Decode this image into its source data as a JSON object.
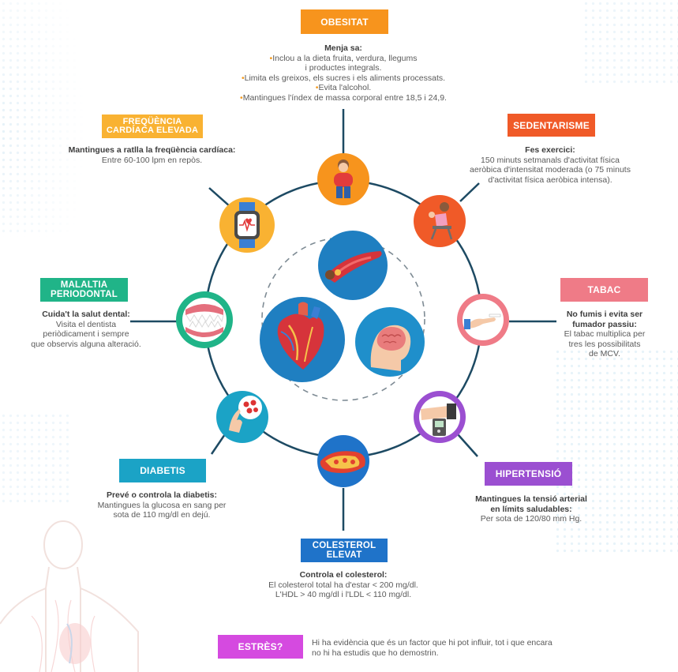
{
  "colors": {
    "ring": "#1d4a63",
    "obesitat": "#f7941d",
    "sedentarisme": "#f05a28",
    "frequencia": "#f9b232",
    "tabac": "#ef7b87",
    "periodontal": "#20b488",
    "hipertensio": "#9b4fd1",
    "diabetis": "#1ba3c6",
    "colesterol": "#1f73c9",
    "estres": "#d54ae0",
    "heart_circle": "#1f7fc1",
    "brain_circle": "#1f8fcb"
  },
  "factors": {
    "obesitat": {
      "label": "OBESITAT",
      "heading": "Menja sa:",
      "lines": [
        "Inclou a la dieta fruita, verdura, llegums",
        "i productes integrals.",
        "Limita els greixos, els sucres i els aliments processats.",
        "Evita l'alcohol.",
        "Mantingues l'índex de massa corporal entre 18,5 i 24,9."
      ],
      "icon": "person-icon"
    },
    "frequencia": {
      "label_1": "FREQÜÈNCIA",
      "label_2": "CARDÍACA ELEVADA",
      "heading": "Mantingues a ratlla la freqüència cardíaca:",
      "text": "Entre 60-100 lpm en repòs.",
      "icon": "smartwatch-icon"
    },
    "sedentarisme": {
      "label": "SEDENTARISME",
      "heading": "Fes exercici:",
      "lines": [
        "150 minuts setmanals d'activitat física",
        "aeròbica d'intensitat moderada (o 75 minuts",
        "d'activitat física aeròbica intensa)."
      ],
      "icon": "exercise-bike-icon"
    },
    "periodontal": {
      "label_1": "MALALTIA",
      "label_2": "PERIODONTAL",
      "heading": "Cuida't la salut dental:",
      "lines": [
        "Visita el dentista",
        "periòdicament i sempre",
        "que observis alguna alteració."
      ],
      "icon": "teeth-icon"
    },
    "tabac": {
      "label": "TABAC",
      "heading_1": "No fumis i evita ser",
      "heading_2": "fumador passiu:",
      "lines": [
        "El tabac multiplica per",
        "tres les possibilitats",
        "de MCV."
      ],
      "icon": "cigarette-hand-icon"
    },
    "diabetis": {
      "label": "DIABETIS",
      "heading": "Prevé o controla la diabetis:",
      "lines": [
        "Mantingues la glucosa en sang per",
        "sota de 110 mg/dl en dejú."
      ],
      "icon": "glucose-finger-icon"
    },
    "hipertensio": {
      "label": "HIPERTENSIÓ",
      "heading_1": "Mantingues la tensió arterial",
      "heading_2": "en límits saludables:",
      "text": "Per sota de 120/80 mm Hg.",
      "icon": "blood-pressure-icon"
    },
    "colesterol": {
      "label_1": "COLESTEROL",
      "label_2": "ELEVAT",
      "heading": "Controla el colesterol:",
      "lines": [
        "El colesterol total ha d'estar < 200 mg/dl.",
        "L'HDL > 40 mg/dl i l'LDL < 110 mg/dl."
      ],
      "icon": "artery-icon"
    },
    "estres": {
      "label": "ESTRÈS?",
      "lines": [
        "Hi ha evidència que és un factor que hi pot influir, tot i que encara",
        "no hi ha estudis que ho demostrin."
      ]
    }
  },
  "center": {
    "icons": [
      "heart-icon",
      "brain-icon",
      "blood-vessel-icon"
    ]
  }
}
